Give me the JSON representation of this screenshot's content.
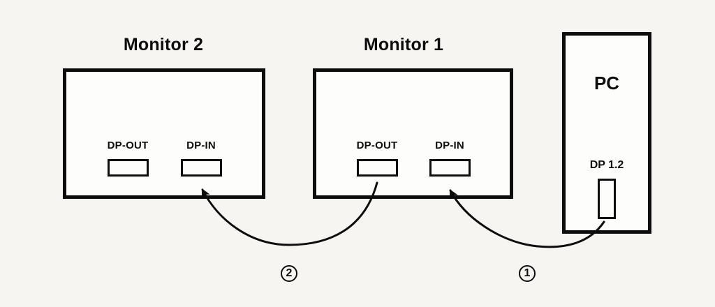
{
  "canvas": {
    "background_color": "#f6f5f2",
    "line_color": "#0d0d0d",
    "box_fill_color": "#fdfdfc"
  },
  "nodes": {
    "monitor2": {
      "title": "Monitor 2",
      "ports": [
        {
          "label": "DP-OUT"
        },
        {
          "label": "DP-IN"
        }
      ]
    },
    "monitor1": {
      "title": "Monitor 1",
      "ports": [
        {
          "label": "DP-OUT"
        },
        {
          "label": "DP-IN"
        }
      ]
    },
    "pc": {
      "title": "PC",
      "ports": [
        {
          "label": "DP 1.2"
        }
      ]
    }
  },
  "cables": [
    {
      "number": "1",
      "from": "PC DP 1.2",
      "to": "Monitor 1 DP-IN"
    },
    {
      "number": "2",
      "from": "Monitor 1 DP-OUT",
      "to": "Monitor 2 DP-IN"
    }
  ]
}
